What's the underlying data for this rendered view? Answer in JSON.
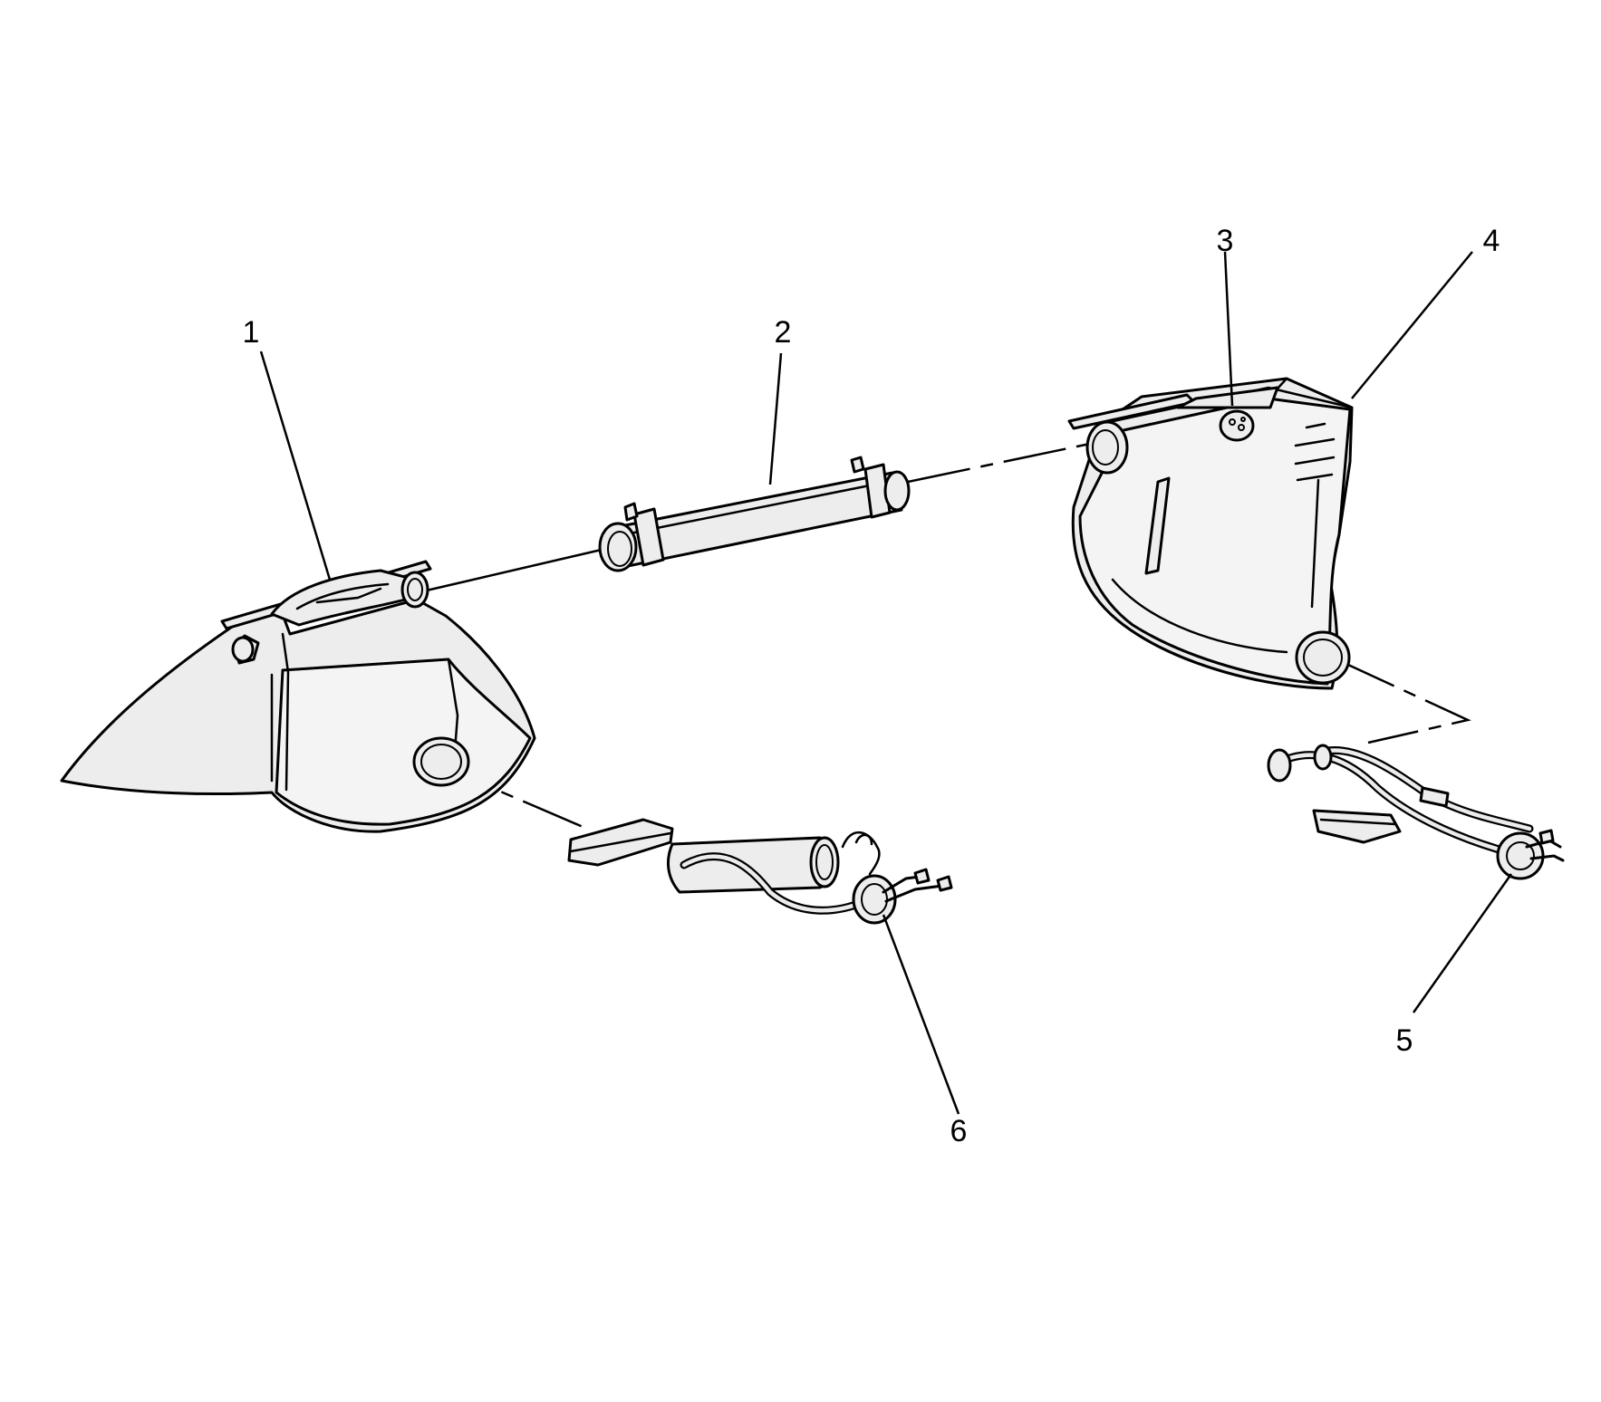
{
  "callouts": [
    {
      "id": "1",
      "label": "1"
    },
    {
      "id": "2",
      "label": "2"
    },
    {
      "id": "3",
      "label": "3"
    },
    {
      "id": "4",
      "label": "4"
    },
    {
      "id": "5",
      "label": "5"
    },
    {
      "id": "6",
      "label": "6"
    }
  ],
  "colors": {
    "line": "#000000",
    "fill": "#ededed",
    "background": "#ffffff"
  }
}
